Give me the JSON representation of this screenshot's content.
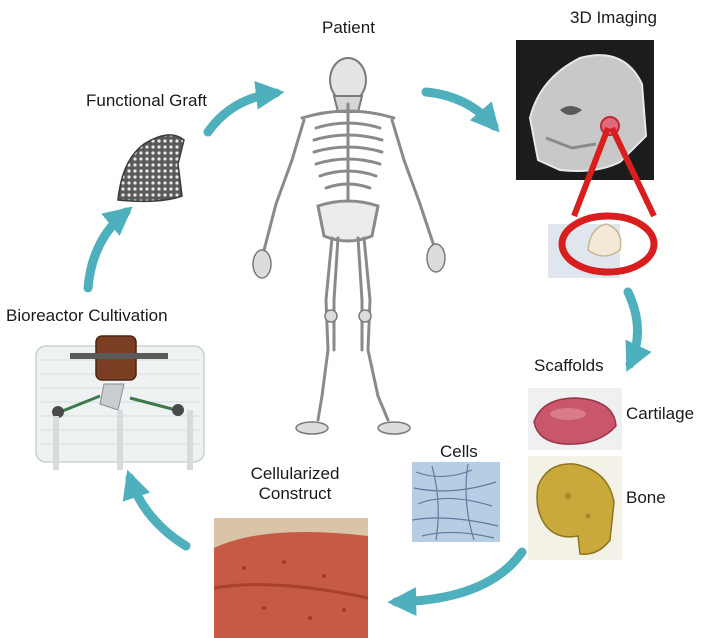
{
  "labels": {
    "patient": "Patient",
    "imaging": "3D Imaging",
    "functional_graft": "Functional Graft",
    "bioreactor": "Bioreactor Cultivation",
    "scaffolds": "Scaffolds",
    "cartilage": "Cartilage",
    "bone": "Bone",
    "cells": "Cells",
    "construct_line1": "Cellularized",
    "construct_line2": "Construct"
  },
  "colors": {
    "arrow": "#4fb0bd",
    "highlight_ring": "#d81e1e",
    "cartilage_scaffold": "#c9566a",
    "bone_scaffold": "#c9a93c",
    "construct_tissue": "#c65a45",
    "cells_culture": "#8fb4d6",
    "bioreactor_lid": "#7a3f22"
  },
  "icons": [
    "skeleton-figure",
    "skull-ct-render",
    "jaw-bone-graft",
    "bioreactor-device",
    "cell-culture-micrograph",
    "tissue-section"
  ]
}
